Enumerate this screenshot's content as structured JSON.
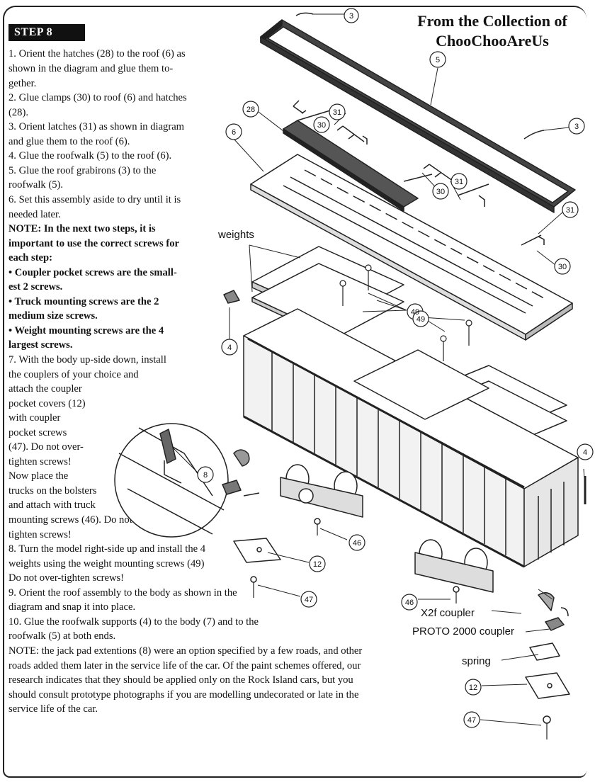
{
  "header": {
    "step": "STEP 8",
    "collection_line1": "From the Collection of",
    "collection_line2": "ChooChooAreUs"
  },
  "instructions": [
    "1. Orient the hatches (28) to the roof (6) as",
    "shown in the diagram and glue them to-",
    "gether.",
    "2. Glue clamps (30) to roof (6) and hatches",
    "(28).",
    "3. Orient latches (31) as shown in diagram",
    "and glue them to the roof (6).",
    "4. Glue the roofwalk (5) to the roof (6).",
    "5. Glue the roof grabirons (3) to the",
    "roofwalk (5).",
    "6. Set this assembly aside to dry until it is",
    "needed later.",
    "NOTE: In the next two steps, it is",
    "important to use the correct screws for",
    "each step:",
    "• Coupler pocket screws are the small-",
    "est 2 screws.",
    "• Truck mounting screws are the 2",
    "medium size screws.",
    "• Weight mounting screws are the 4",
    "largest screws.",
    "7. With the body up-side down, install",
    "the couplers of your choice and",
    "attach the coupler",
    "pocket covers (12)",
    "with coupler",
    "pocket screws",
    "(47). Do not over-",
    "tighten screws!",
    "Now place the",
    "trucks on the bolsters",
    "and attach with truck",
    "mounting  screws (46). Do not over-",
    "tighten screws!",
    "8. Turn the model right-side up and install the 4",
    "weights using the weight mounting screws (49)",
    "Do not over-tighten screws!",
    "9. Orient the roof assembly to the body as shown in the",
    "diagram and snap it into place.",
    "10. Glue the roofwalk supports (4) to the body (7) and to the",
    "roofwalk (5) at both ends.",
    "NOTE: the jack pad extentions (8) were an option specified by a few roads, and other",
    "roads added them later in the service life of the car. Of the paint schemes offered, our",
    "research indicates that they should be applied only on the Rock Island cars, but you",
    "should consult prototype photographs if you are modelling undecorated or late in the",
    "service life of the car."
  ],
  "diagram_labels": {
    "weights": "weights",
    "x2f": "X2f coupler",
    "proto": "PROTO 2000 coupler",
    "spring": "spring",
    "parts": [
      "3",
      "5",
      "3",
      "28",
      "31",
      "30",
      "6",
      "31",
      "30",
      "31",
      "30",
      "49",
      "49",
      "4",
      "4",
      "8",
      "46",
      "12",
      "47",
      "46",
      "12",
      "47"
    ]
  }
}
